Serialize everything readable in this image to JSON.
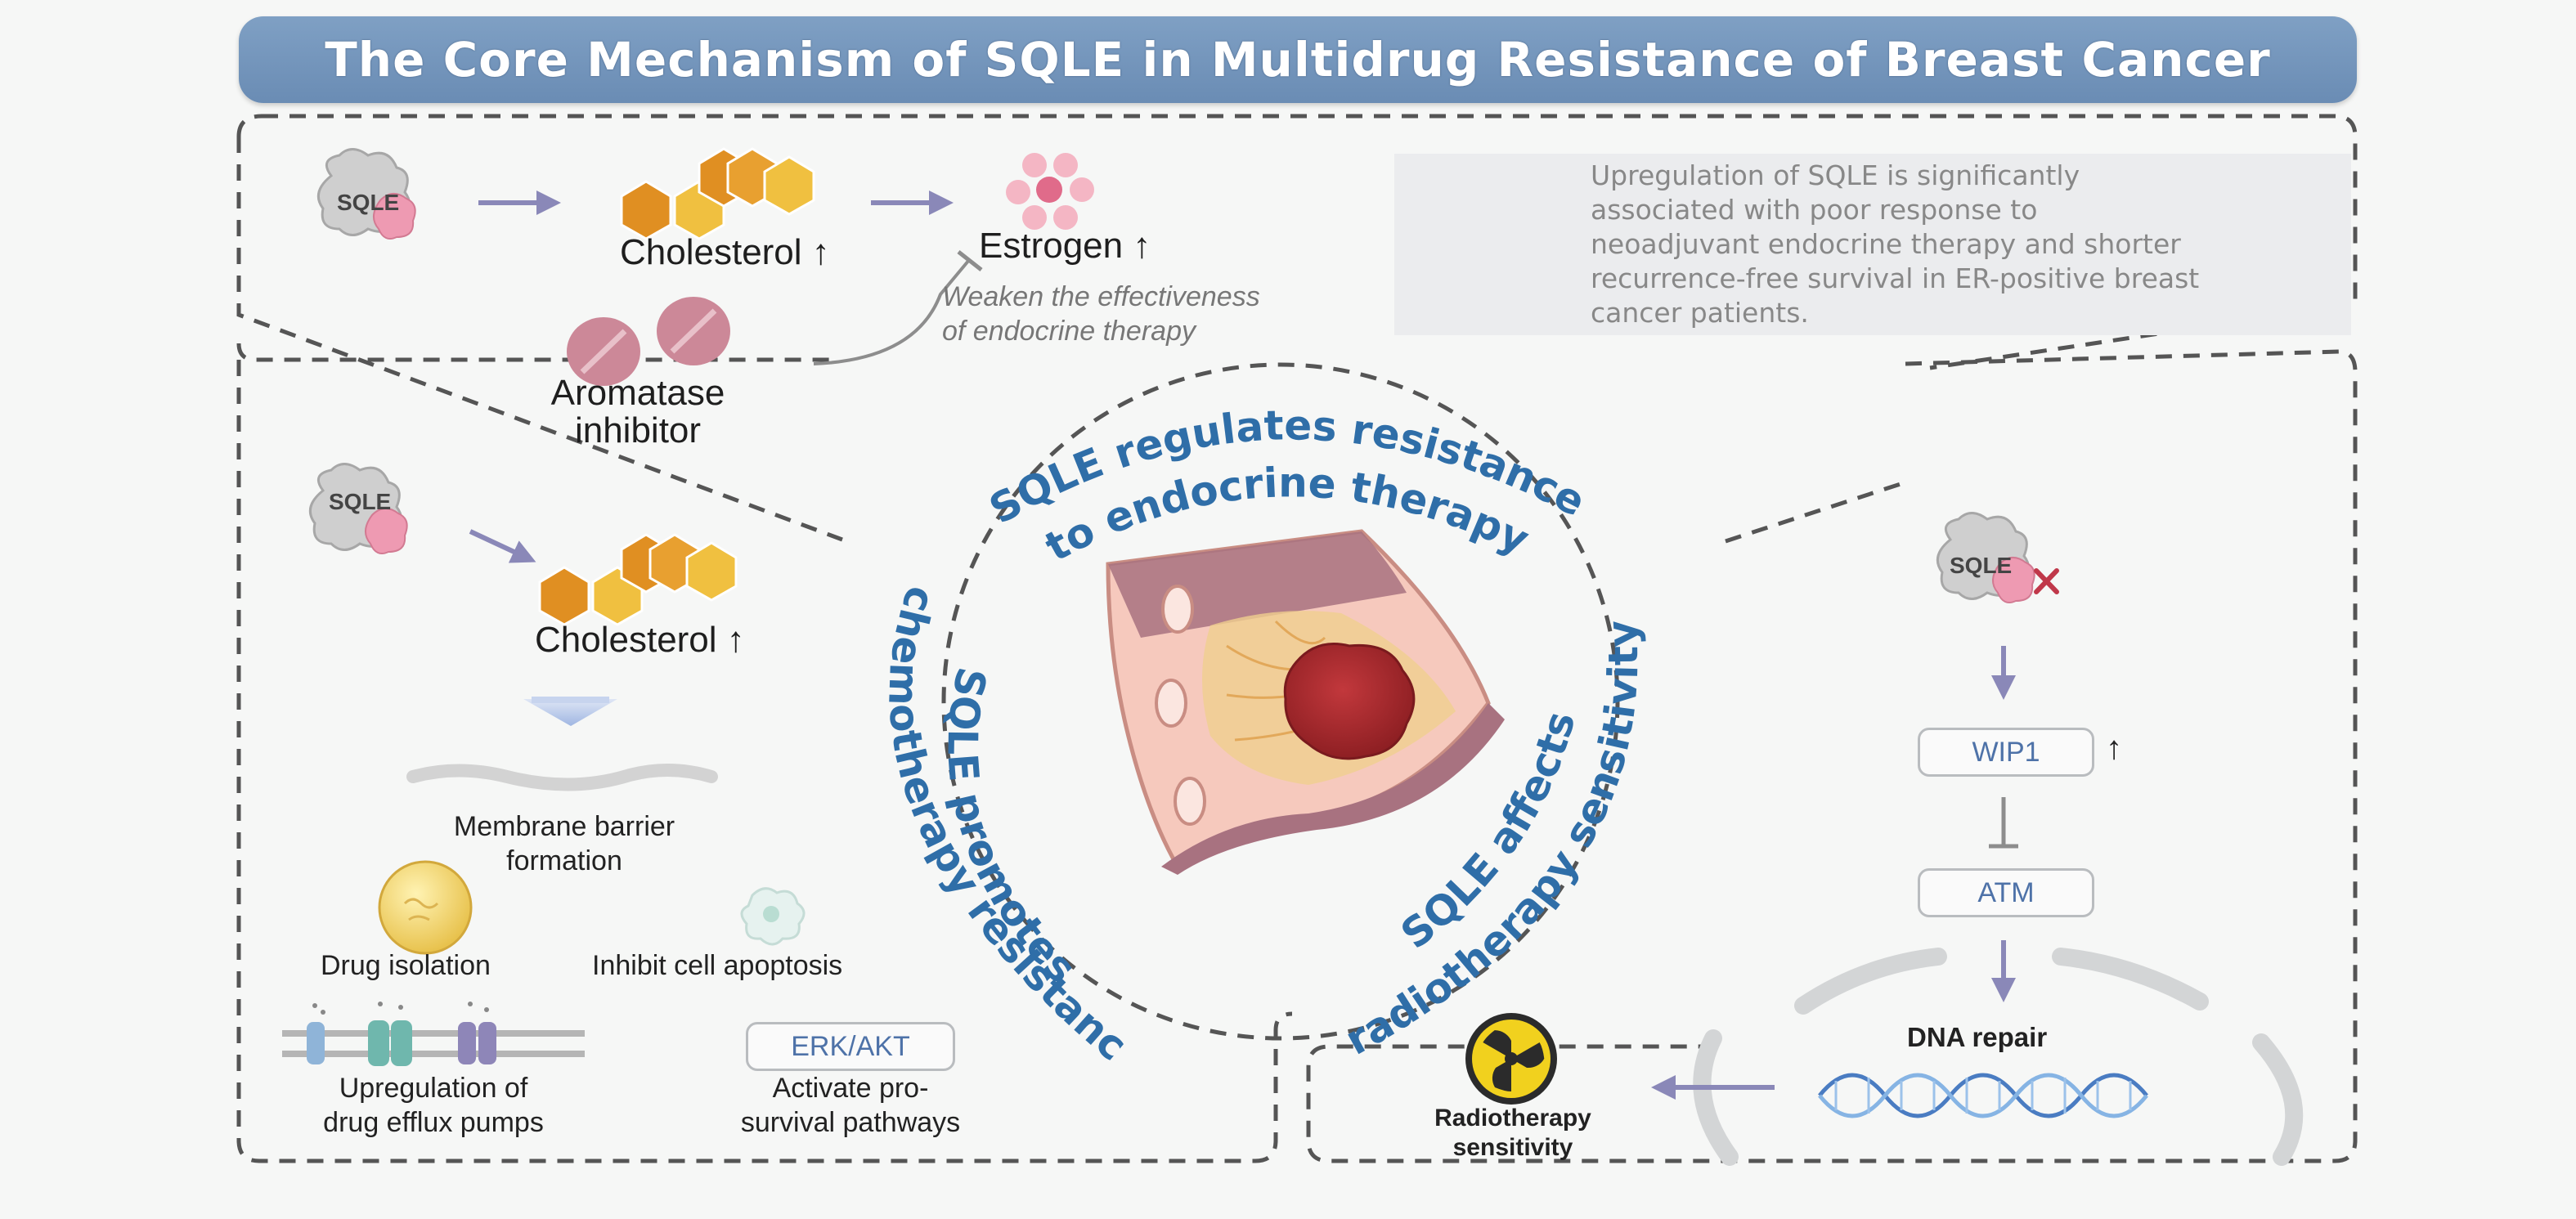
{
  "title": "The Core Mechanism of SQLE in Multidrug Resistance of Breast Cancer",
  "endocrine": {
    "sqle": "SQLE",
    "cholesterol": "Cholesterol ↑",
    "estrogen": "Estrogen ↑",
    "weaken": [
      "Weaken the effectiveness",
      "of endocrine therapy"
    ],
    "aromatase": [
      "Aromatase",
      "inhibitor"
    ]
  },
  "info_box": {
    "lines": [
      "Upregulation of SQLE is significantly",
      "associated with poor response to",
      "neoadjuvant endocrine therapy and shorter",
      "recurrence-free survival in ER-positive breast",
      "cancer patients."
    ]
  },
  "center": {
    "top_arc": [
      "SQLE regulates resistance",
      "to endocrine therapy"
    ],
    "left_arc": [
      "SQLE promotes",
      "chemotherapy resistance"
    ],
    "right_arc": [
      "SQLE affects",
      "radiotherapy sensitivity"
    ]
  },
  "chemo": {
    "sqle": "SQLE",
    "cholesterol": "Cholesterol ↑",
    "membrane": [
      "Membrane barrier",
      "formation"
    ],
    "drug_isolation": "Drug isolation",
    "inhibit_apoptosis": "Inhibit cell apoptosis",
    "efflux": [
      "Upregulation of",
      "drug efflux pumps"
    ],
    "erk_akt": "ERK/AKT",
    "pro_survival": [
      "Activate pro-",
      "survival pathways"
    ]
  },
  "radio": {
    "sqle": "SQLE",
    "wip1": "WIP1",
    "wip1_arrow": "↑",
    "atm": "ATM",
    "dna_repair": "DNA repair",
    "sensitivity": [
      "Radiotherapy",
      "sensitivity"
    ]
  },
  "colors": {
    "title_bar": "#7092b9",
    "arc_text": "#2f6ea8",
    "arrow": "#8a88b8",
    "hexagon_dark": "#e08f22",
    "hexagon_light": "#f0c040",
    "tumor": "#a82a2e",
    "dashed_border": "#555555"
  }
}
